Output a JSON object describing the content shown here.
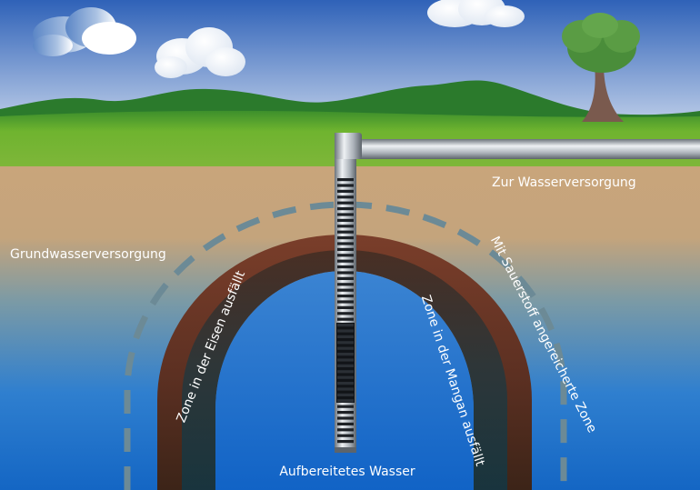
{
  "labels": {
    "supply": "Zur Wasserversorgung",
    "groundwater": "Grundwasserversorgung",
    "oxygen_zone": "Mit  Sauerstoff angereicherte Zone",
    "iron_zone": "Zone in der Eisen ausfällt",
    "manganese_zone": "Zone in der Mangan ausfällt",
    "treated_water": "Aufbereitetes Wasser"
  },
  "colors": {
    "sky_top": "#2f62b8",
    "sky_bottom": "#f4f7fb",
    "hills": "#2c7a2a",
    "grass": "#69b22e",
    "soil": "#c9a57b",
    "water_deep": "#1b6ec6",
    "iron_zone": "#6e3a28",
    "manganese_zone": "#143a45",
    "oxygen_dash": "#6c8a96",
    "pipe": "#b8bec5"
  }
}
